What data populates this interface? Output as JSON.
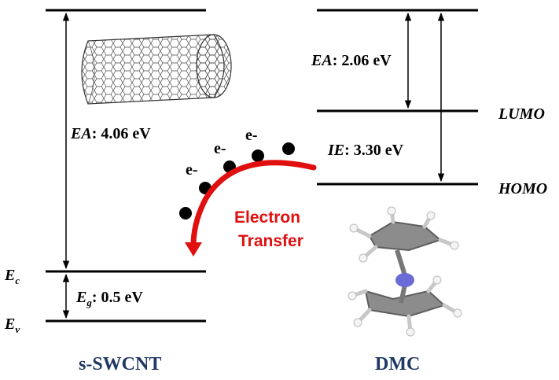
{
  "left": {
    "ea_label_prefix": "EA",
    "ea_value": ": 4.06 eV",
    "eg_label": "E",
    "eg_sub": "g",
    "eg_value": ": 0.5 eV",
    "ec_label": "E",
    "ec_sub": "c",
    "ev_label": "E",
    "ev_sub": "v",
    "name": "s-SWCNT"
  },
  "right": {
    "ea_label_prefix": "EA",
    "ea_value": ": 2.06 eV",
    "ie_label_prefix": "IE",
    "ie_value": ": 3.30 eV",
    "lumo": "LUMO",
    "homo": "HOMO",
    "name": "DMC"
  },
  "transfer": {
    "line1": "Electron",
    "line2": "Transfer",
    "electron_labels": [
      "e-",
      "e-",
      "e-"
    ]
  },
  "colors": {
    "arrow": "#e01010",
    "names": "#1f3864",
    "nitrogen": "#6b6bd8"
  }
}
